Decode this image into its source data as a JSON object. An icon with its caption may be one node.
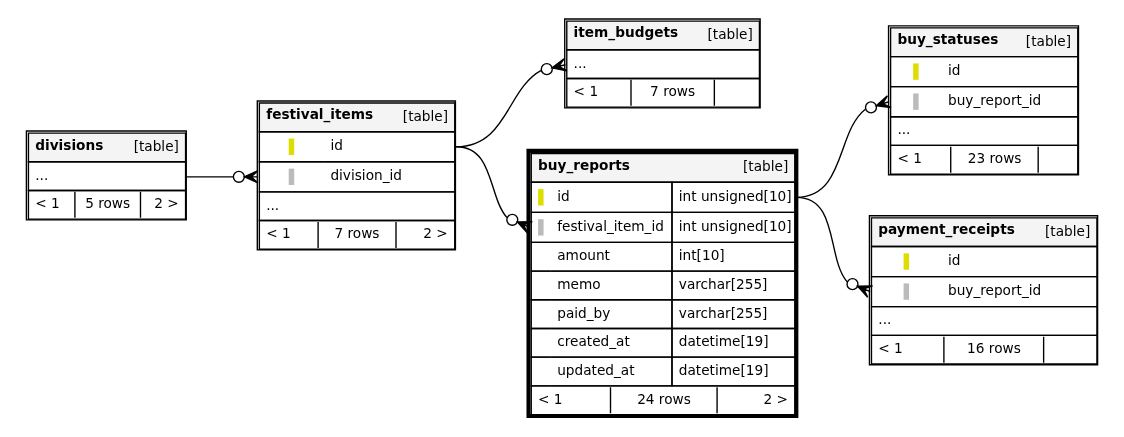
{
  "diagram": {
    "nodes": [
      {
        "text": [
          "divisions",
          "[table]",
          "...",
          "< 1",
          "5 rows",
          "2 >"
        ]
      },
      {
        "text": [
          "festival_items",
          "[table]",
          "id",
          "division_id",
          "...",
          "< 1",
          "7 rows",
          "2 >"
        ]
      },
      {
        "text": [
          "item_budgets",
          "[table]",
          "...",
          "< 1",
          "7 rows"
        ]
      },
      {
        "text": [
          "buy_reports",
          "[table]",
          "id",
          "int unsigned[10]",
          "festival_item_id",
          "int unsigned[10]",
          "amount",
          "int[10]",
          "memo",
          "varchar[255]",
          "paid_by",
          "varchar[255]",
          "created_at",
          "datetime[19]",
          "updated_at",
          "datetime[19]",
          "< 1",
          "24 rows",
          "2 >"
        ]
      },
      {
        "text": [
          "buy_statuses",
          "[table]",
          "id",
          "buy_report_id",
          "...",
          "< 1",
          "23 rows"
        ]
      },
      {
        "text": [
          "payment_receipts",
          "[table]",
          "id",
          "buy_report_id",
          "...",
          "< 1",
          "16 rows"
        ]
      }
    ],
    "edges": [
      {
        "from": 0,
        "to": 1,
        "arrow": "other"
      },
      {
        "from": 1,
        "to": 2,
        "arrow": "other"
      },
      {
        "from": 1,
        "to": 3,
        "arrow": "other"
      },
      {
        "from": 3,
        "to": 4,
        "arrow": "other"
      },
      {
        "from": 3,
        "to": 5,
        "arrow": "other"
      }
    ]
  }
}
